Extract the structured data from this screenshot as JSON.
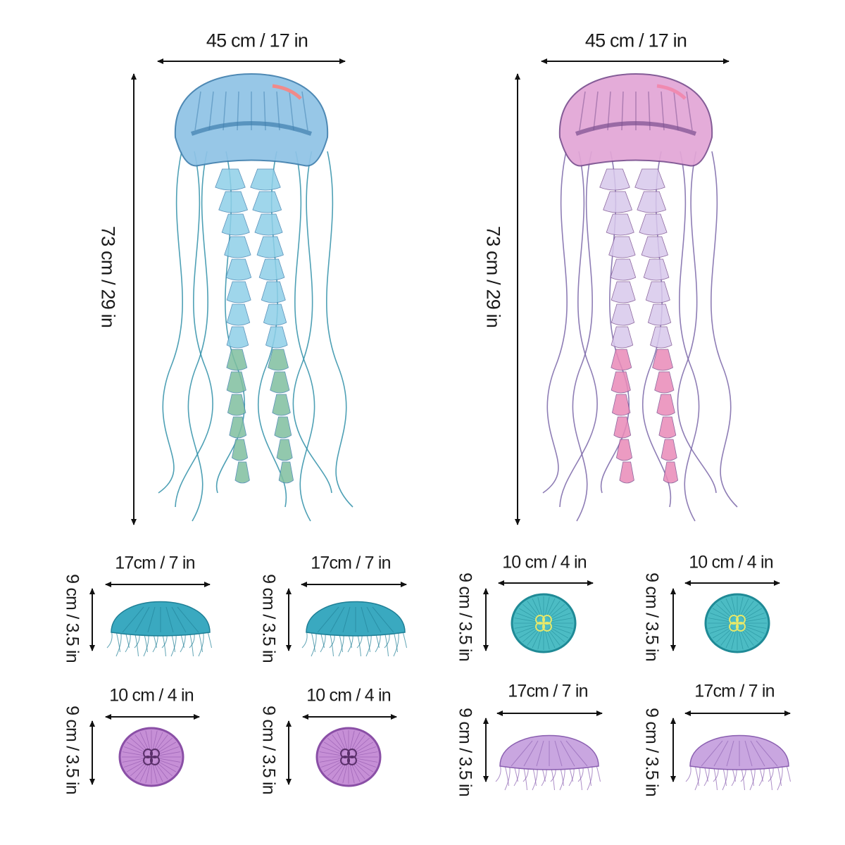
{
  "large": [
    {
      "width_label": "45 cm / 17 in",
      "height_label": "73 cm / 29 in",
      "bell": "#8fc3e6",
      "bell_dark": "#3f7fae",
      "arms": "#8fd0e8",
      "arms_tip": "#7fbf9f",
      "tentacle": "#2f8fa8",
      "accent": "#f08a8a"
    },
    {
      "width_label": "45 cm / 17 in",
      "height_label": "73 cm / 29 in",
      "bell": "#e2a6d6",
      "bell_dark": "#7a4f8f",
      "arms": "#d8c8ec",
      "arms_tip": "#e98ab8",
      "tentacle": "#7a66a8",
      "accent": "#f08ab0"
    }
  ],
  "small": [
    {
      "width_label": "17cm / 7 in",
      "height_label": "9 cm / 3.5 in",
      "kind": "side",
      "color": "#3aa9c0",
      "dark": "#1f7f96"
    },
    {
      "width_label": "17cm / 7 in",
      "height_label": "9 cm / 3.5 in",
      "kind": "side",
      "color": "#3aa9c0",
      "dark": "#1f7f96"
    },
    {
      "width_label": "10 cm / 4 in",
      "height_label": "9 cm / 3.5 in",
      "kind": "disc",
      "color": "#4cbcc4",
      "dark": "#1f8a96"
    },
    {
      "width_label": "10 cm / 4 in",
      "height_label": "9 cm / 3.5 in",
      "kind": "disc",
      "color": "#4cbcc4",
      "dark": "#1f8a96"
    },
    {
      "width_label": "10 cm / 4 in",
      "height_label": "9 cm / 3.5 in",
      "kind": "disc",
      "color": "#c68fd6",
      "dark": "#8a4fa6"
    },
    {
      "width_label": "10 cm / 4 in",
      "height_label": "9 cm / 3.5 in",
      "kind": "disc",
      "color": "#c68fd6",
      "dark": "#8a4fa6"
    },
    {
      "width_label": "17cm / 7 in",
      "height_label": "9 cm / 3.5 in",
      "kind": "side",
      "color": "#c9a6e0",
      "dark": "#8a5fb0"
    },
    {
      "width_label": "17cm / 7 in",
      "height_label": "9 cm / 3.5 in",
      "kind": "side",
      "color": "#c9a6e0",
      "dark": "#8a5fb0"
    }
  ]
}
